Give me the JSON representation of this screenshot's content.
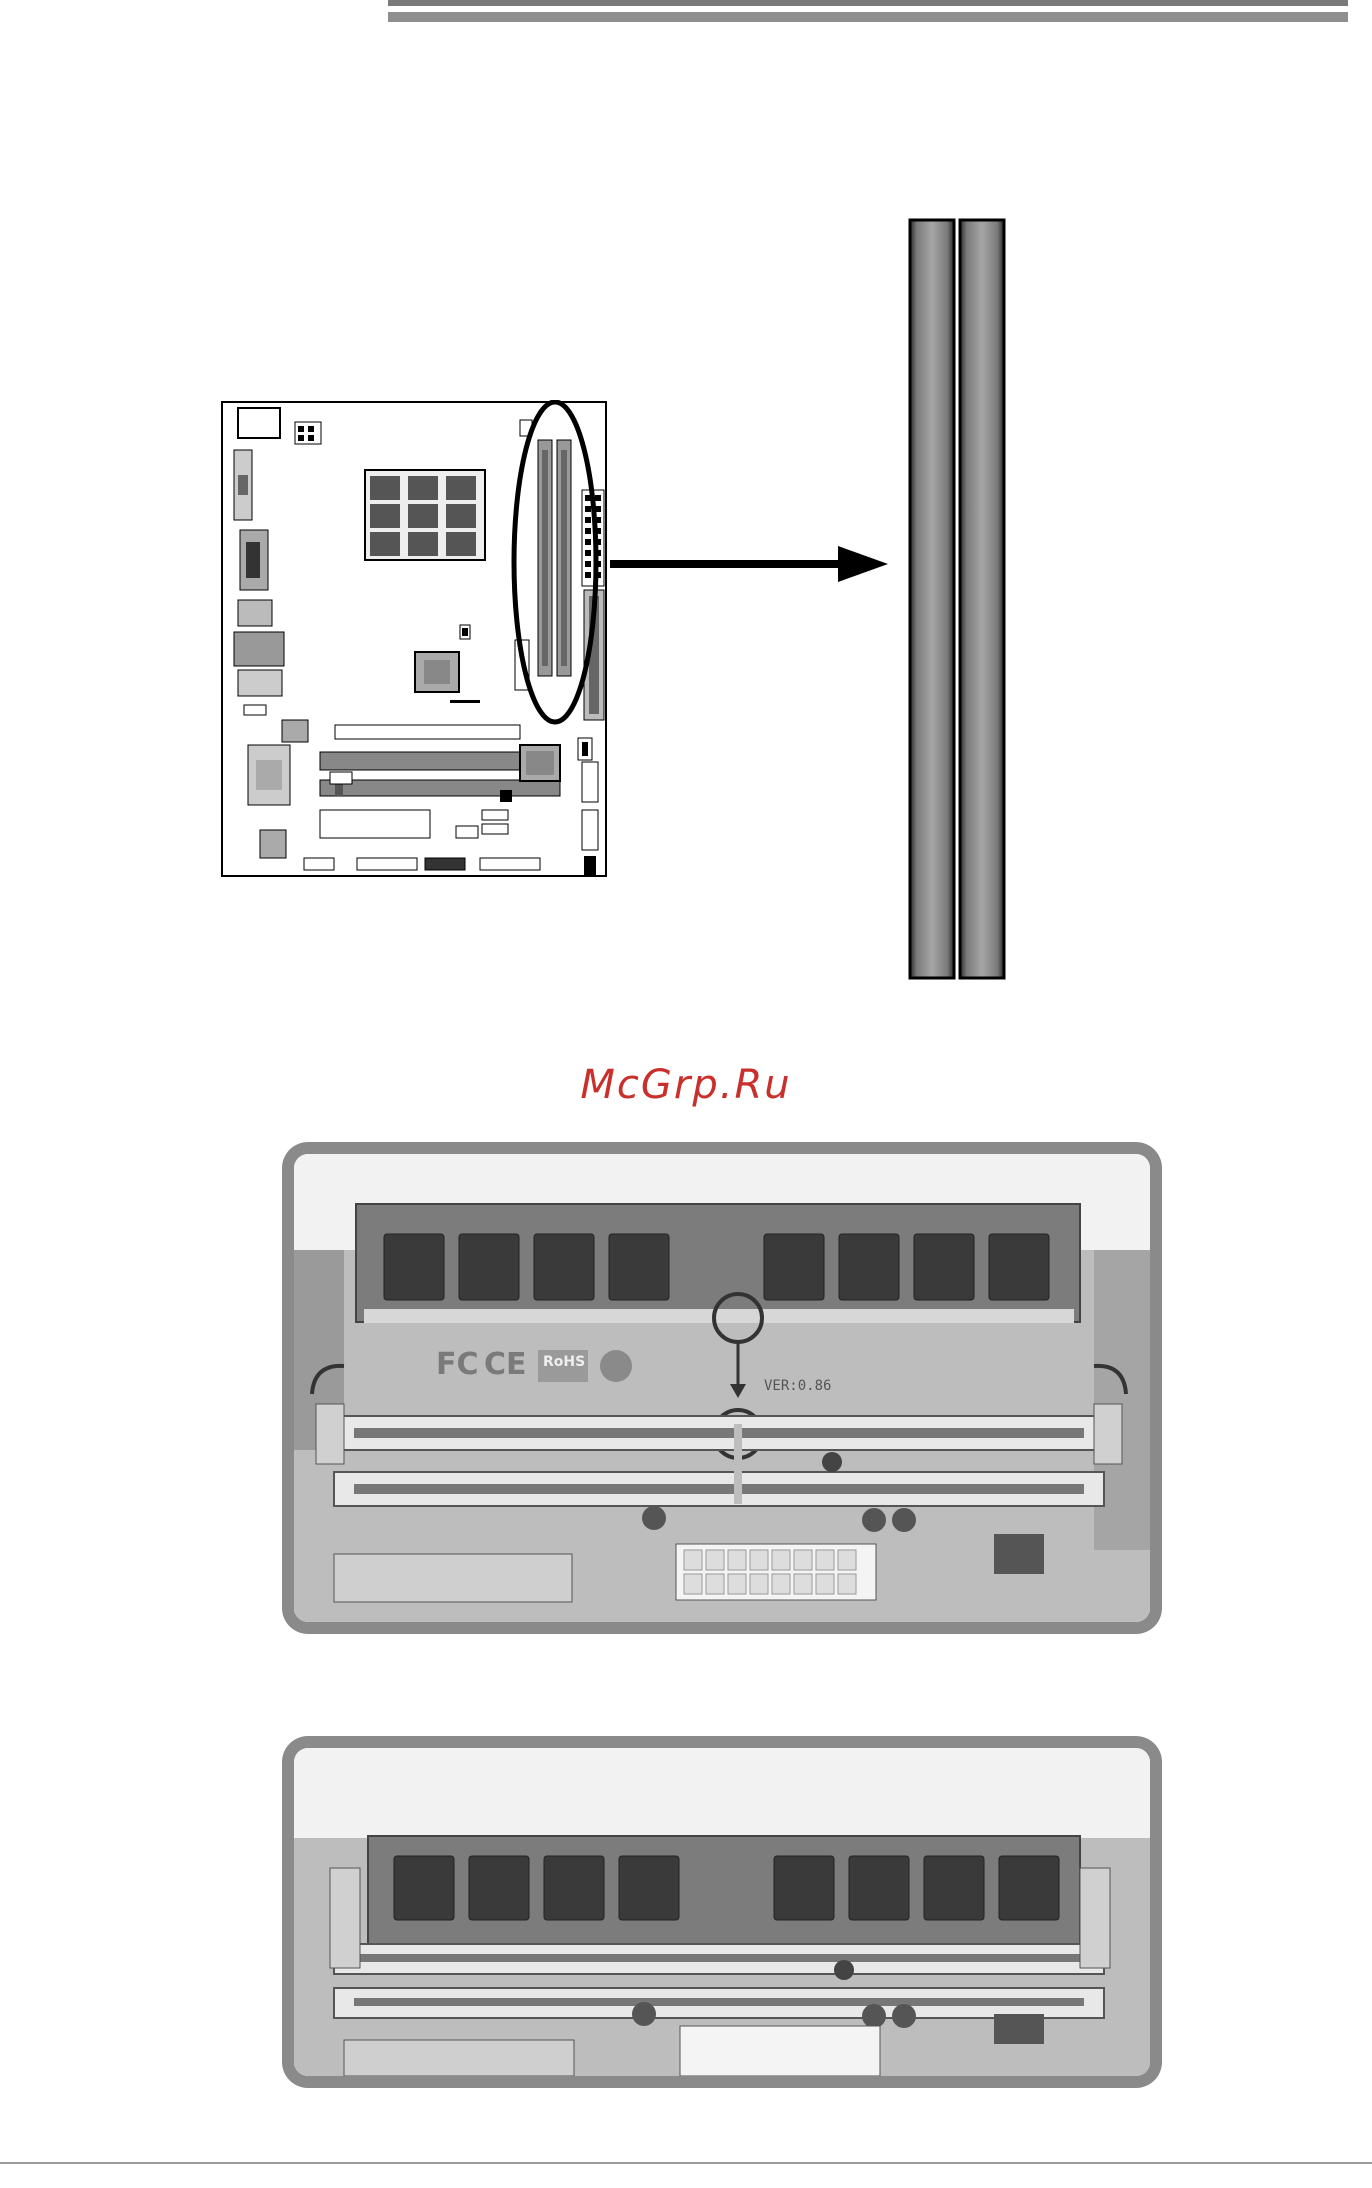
{
  "watermark": {
    "text": "McGrp.Ru"
  },
  "figures": {
    "board_diagram": {
      "highlight": "dimm-slots",
      "callout": "enlarged-dimm-slots"
    },
    "photo_insert": {
      "subject": "memory-module-insert",
      "printed": [
        "FC",
        "CE",
        "RoHS",
        "VER:0.86"
      ]
    },
    "photo_seated": {
      "subject": "memory-module-seated"
    }
  },
  "colors": {
    "rule": "#8f8f8f",
    "frame": "#8a8a8a",
    "watermark": "#c9302c"
  }
}
